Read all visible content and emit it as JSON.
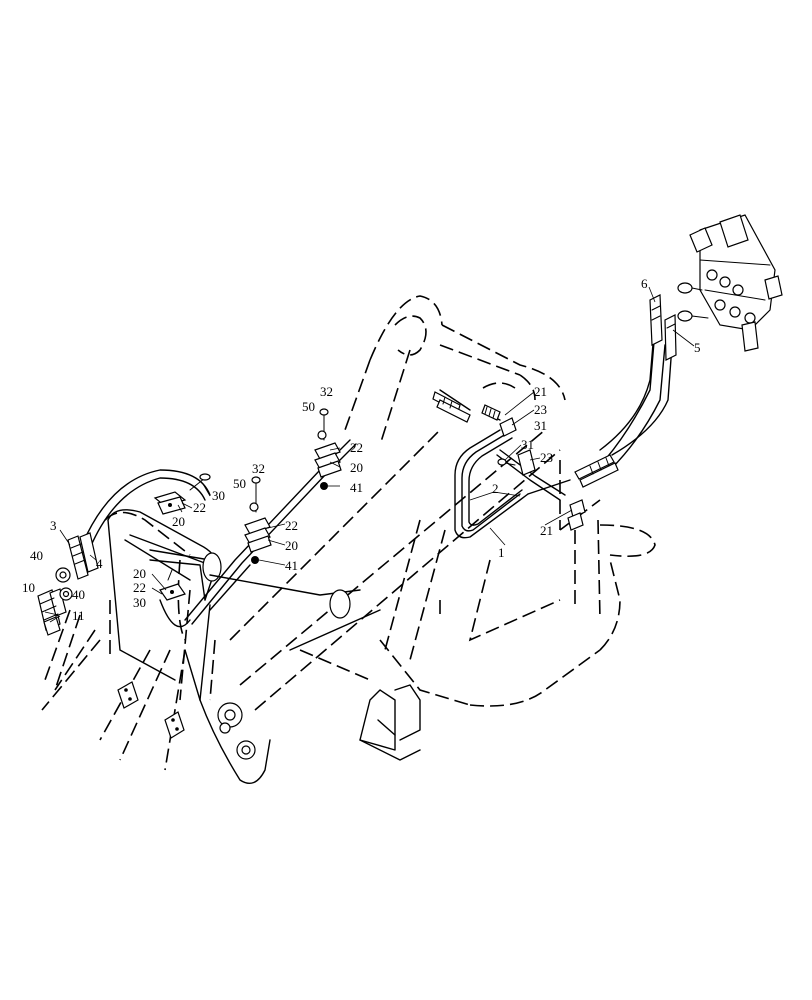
{
  "diagram": {
    "callouts": [
      {
        "id": "c-3",
        "text": "3"
      },
      {
        "id": "c-40a",
        "text": "40"
      },
      {
        "id": "c-4",
        "text": "4"
      },
      {
        "id": "c-10",
        "text": "10"
      },
      {
        "id": "c-40b",
        "text": "40"
      },
      {
        "id": "c-11",
        "text": "11"
      },
      {
        "id": "c-20a",
        "text": "20"
      },
      {
        "id": "c-22a",
        "text": "22"
      },
      {
        "id": "c-30a",
        "text": "30"
      },
      {
        "id": "c-30b",
        "text": "30"
      },
      {
        "id": "c-20b",
        "text": "20"
      },
      {
        "id": "c-22b",
        "text": "22"
      },
      {
        "id": "c-32a",
        "text": "32"
      },
      {
        "id": "c-50a",
        "text": "50"
      },
      {
        "id": "c-22c",
        "text": "22"
      },
      {
        "id": "c-20c",
        "text": "20"
      },
      {
        "id": "c-41a",
        "text": "41"
      },
      {
        "id": "c-32b",
        "text": "32"
      },
      {
        "id": "c-50b",
        "text": "50"
      },
      {
        "id": "c-22d",
        "text": "22"
      },
      {
        "id": "c-20d",
        "text": "20"
      },
      {
        "id": "c-41b",
        "text": "41"
      },
      {
        "id": "c-21a",
        "text": "21"
      },
      {
        "id": "c-23a",
        "text": "23"
      },
      {
        "id": "c-31a",
        "text": "31"
      },
      {
        "id": "c-31b",
        "text": "31"
      },
      {
        "id": "c-23b",
        "text": "23"
      },
      {
        "id": "c-2",
        "text": "2"
      },
      {
        "id": "c-1",
        "text": "1"
      },
      {
        "id": "c-21b",
        "text": "21"
      },
      {
        "id": "c-6",
        "text": "6"
      },
      {
        "id": "c-5",
        "text": "5"
      }
    ]
  }
}
